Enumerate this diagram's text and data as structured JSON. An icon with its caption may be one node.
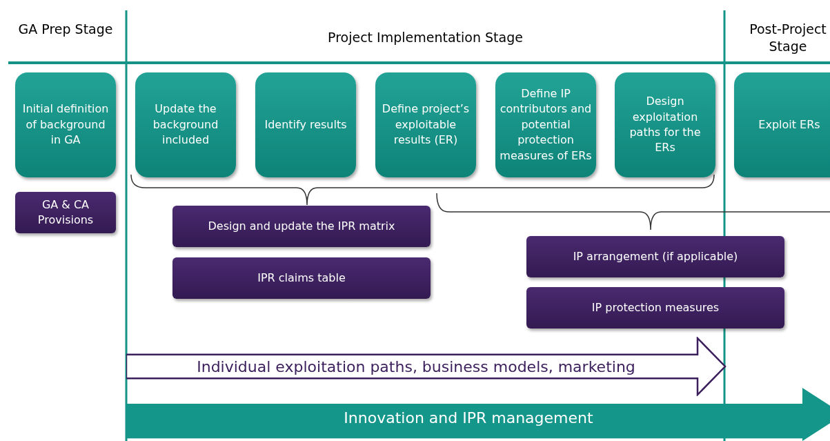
{
  "diagram": {
    "nodes": [
      {
        "text": [
          "Initial definition of background in GA"
        ]
      },
      {
        "text": [
          "Update the background included"
        ]
      },
      {
        "text": [
          "Identify results"
        ]
      },
      {
        "text": [
          "Define project’s exploitable results (ER)"
        ]
      },
      {
        "text": [
          "Define IP contributors and potential protection measures of ERs"
        ]
      },
      {
        "text": [
          "Design exploitation paths for the ERs"
        ]
      },
      {
        "text": [
          "Exploit ERs"
        ]
      },
      {
        "text": [
          "GA & CA Provisions"
        ]
      },
      {
        "text": [
          "Design and update the IPR matrix"
        ]
      },
      {
        "text": [
          "IPR claims table"
        ]
      },
      {
        "text": [
          "IP arrangement (if applicable)"
        ]
      },
      {
        "text": [
          "IP protection measures"
        ]
      },
      {
        "text": [
          "Individual exploitation paths, business models, marketing"
        ]
      },
      {
        "text": [
          "Innovation and IPR management"
        ]
      }
    ],
    "edges": [],
    "labels": [
      "GA Prep Stage",
      "Project Implementation Stage",
      "Post-Project Stage"
    ]
  }
}
